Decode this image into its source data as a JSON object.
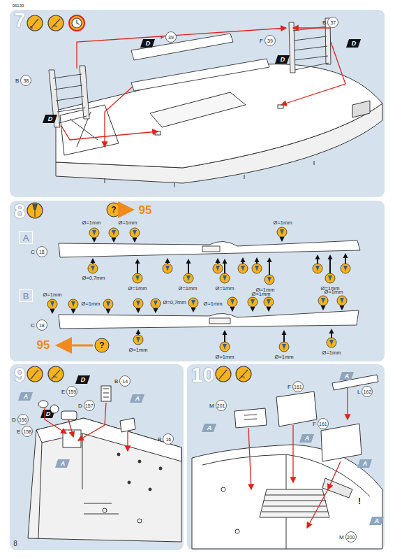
{
  "diagram": {
    "nodes": [
      {
        "text": [
          "7"
        ]
      },
      {
        "text": [
          "B",
          "37"
        ],
        "in": 0
      },
      {
        "text": [
          "F",
          "39"
        ],
        "in": 0
      },
      {
        "text": [
          "F",
          "39"
        ],
        "in": 0
      },
      {
        "text": [
          "B",
          "38"
        ],
        "in": 0
      },
      {
        "text": [
          "8"
        ]
      },
      {
        "text": [
          "A"
        ],
        "in": 5
      },
      {
        "text": [
          "C",
          "18"
        ],
        "in": 5
      },
      {
        "text": [
          "B"
        ],
        "in": 5
      },
      {
        "text": [
          "C",
          "18"
        ],
        "in": 5
      },
      {
        "text": [
          "9"
        ]
      },
      {
        "text": [
          "B",
          "14"
        ],
        "in": 10
      },
      {
        "text": [
          "E",
          "159"
        ],
        "in": 10
      },
      {
        "text": [
          "D",
          "157"
        ],
        "in": 10
      },
      {
        "text": [
          "D",
          "156"
        ],
        "in": 10
      },
      {
        "text": [
          "E",
          "158"
        ],
        "in": 10
      },
      {
        "text": [
          "B",
          "16"
        ],
        "in": 10
      },
      {
        "text": [
          "10"
        ]
      },
      {
        "text": [
          "F",
          "161"
        ],
        "in": 17
      },
      {
        "text": [
          "L",
          "162"
        ],
        "in": 17
      },
      {
        "text": [
          "M",
          "201"
        ],
        "in": 17
      },
      {
        "text": [
          "F",
          "161"
        ],
        "in": 17
      },
      {
        "text": [
          "M",
          "200"
        ],
        "in": 17
      }
    ],
    "labels": [
      "05139",
      "D",
      "D",
      "D",
      "D",
      "?",
      "95",
      "Ø=1mm",
      "Ø=1mm",
      "Ø=1mm",
      "Ø=0,7mm",
      "Ø=1mm",
      "Ø=1mm",
      "Ø=1mm",
      "Ø=1mm",
      "Ø=1mm",
      "Ø=1mm",
      "Ø=1mm",
      "Ø=0,7mm",
      "Ø=1mm",
      "Ø=1mm",
      "Ø=1mm",
      "95",
      "?",
      "Ø=1mm",
      "Ø=1mm",
      "Ø=1mm",
      "Ø=1mm",
      "D",
      "D",
      "A",
      "A",
      "A",
      "A",
      "A",
      "A",
      "A",
      "!",
      "A",
      "8"
    ]
  }
}
